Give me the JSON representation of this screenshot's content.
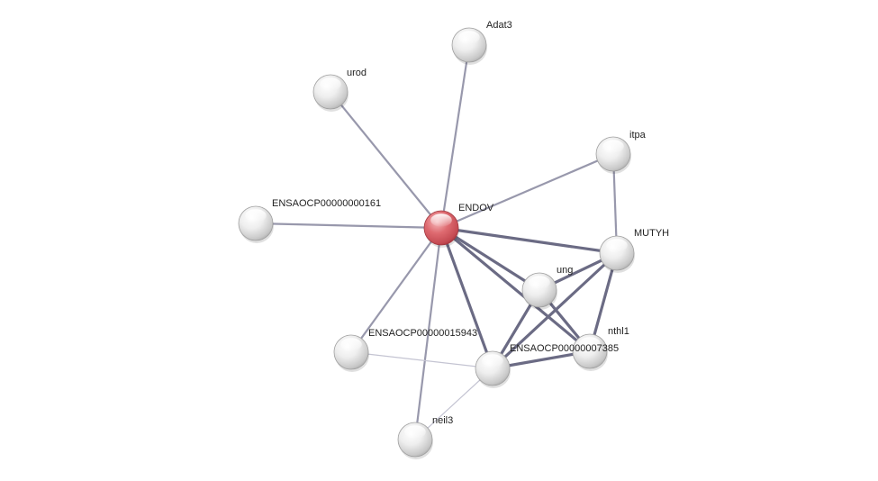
{
  "network": {
    "nodes": [
      {
        "id": "ENDOV",
        "label": "ENDOV",
        "color": "#d9545c",
        "query": true
      },
      {
        "id": "Adat3",
        "label": "Adat3",
        "color": "#eeeeee"
      },
      {
        "id": "urod",
        "label": "urod",
        "color": "#eeeeee"
      },
      {
        "id": "itpa",
        "label": "itpa",
        "color": "#eeeeee"
      },
      {
        "id": "ENSAOCP00000000161",
        "label": "ENSAOCP00000000161",
        "color": "#eeeeee"
      },
      {
        "id": "MUTYH",
        "label": "MUTYH",
        "color": "#eeeeee"
      },
      {
        "id": "ung",
        "label": "ung",
        "color": "#eeeeee"
      },
      {
        "id": "nthl1",
        "label": "nthl1",
        "color": "#eeeeee"
      },
      {
        "id": "ENSAOCP00000015943",
        "label": "ENSAOCP00000015943",
        "color": "#eeeeee"
      },
      {
        "id": "ENSAOCP00000007385",
        "label": "ENSAOCP00000007385",
        "color": "#eeeeee"
      },
      {
        "id": "neil3",
        "label": "neil3",
        "color": "#eeeeee"
      }
    ],
    "edges": [
      {
        "source": "ENDOV",
        "target": "Adat3",
        "strength": "medium"
      },
      {
        "source": "ENDOV",
        "target": "urod",
        "strength": "medium"
      },
      {
        "source": "ENDOV",
        "target": "itpa",
        "strength": "medium"
      },
      {
        "source": "ENDOV",
        "target": "ENSAOCP00000000161",
        "strength": "medium"
      },
      {
        "source": "ENDOV",
        "target": "MUTYH",
        "strength": "strong"
      },
      {
        "source": "ENDOV",
        "target": "ung",
        "strength": "strong"
      },
      {
        "source": "ENDOV",
        "target": "nthl1",
        "strength": "strong"
      },
      {
        "source": "ENDOV",
        "target": "ENSAOCP00000015943",
        "strength": "medium"
      },
      {
        "source": "ENDOV",
        "target": "ENSAOCP00000007385",
        "strength": "strong"
      },
      {
        "source": "ENDOV",
        "target": "neil3",
        "strength": "medium"
      },
      {
        "source": "itpa",
        "target": "MUTYH",
        "strength": "medium"
      },
      {
        "source": "MUTYH",
        "target": "ung",
        "strength": "strong"
      },
      {
        "source": "MUTYH",
        "target": "nthl1",
        "strength": "strong"
      },
      {
        "source": "MUTYH",
        "target": "ENSAOCP00000007385",
        "strength": "strong"
      },
      {
        "source": "ung",
        "target": "nthl1",
        "strength": "strong"
      },
      {
        "source": "ung",
        "target": "ENSAOCP00000007385",
        "strength": "strong"
      },
      {
        "source": "nthl1",
        "target": "ENSAOCP00000007385",
        "strength": "strong"
      },
      {
        "source": "ENSAOCP00000015943",
        "target": "ENSAOCP00000007385",
        "strength": "weak"
      },
      {
        "source": "neil3",
        "target": "ENSAOCP00000007385",
        "strength": "weak"
      }
    ],
    "edge_colors": {
      "weak": "#c4c4d2",
      "medium": "#9898ac",
      "strong": "#6b6b84"
    }
  }
}
